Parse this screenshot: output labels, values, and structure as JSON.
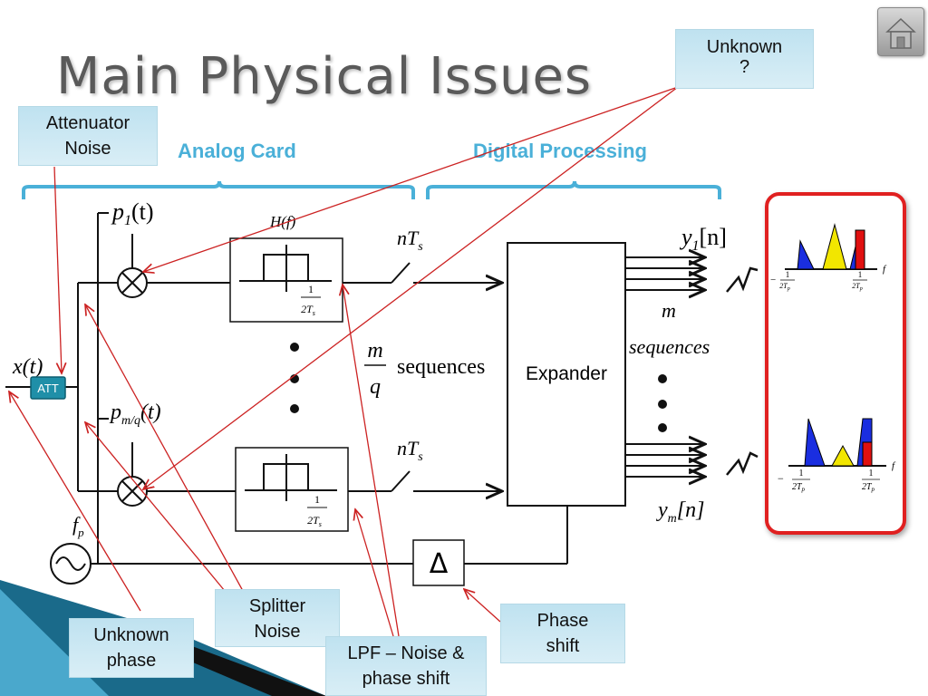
{
  "title": "Main Physical Issues",
  "home_icon": "home-icon",
  "sections": {
    "analog": "Analog Card",
    "digital": "Digital Processing"
  },
  "callouts": {
    "unknown": [
      "Unknown",
      "?"
    ],
    "attenuator": [
      "Attenuator",
      "Noise"
    ],
    "splitter": [
      "Splitter",
      "Noise"
    ],
    "unknown_phase": [
      "Unknown",
      "phase"
    ],
    "lpf": [
      "LPF – Noise &",
      "phase shift"
    ],
    "phase_shift": [
      "Phase",
      "shift"
    ]
  },
  "diagram": {
    "x_label": "x(t)",
    "att_label": "ATT",
    "p1_label": "p",
    "p1_sub": "1",
    "pmq_label": "p",
    "pmq_sub": "m/q",
    "t_arg": "(t)",
    "fp_label": "f",
    "fp_sub": "p",
    "hf_label": "H(f)",
    "lpf_cutoff_num": "1",
    "lpf_cutoff_den": "2T",
    "lpf_cutoff_sub": "s",
    "nts_label": "nT",
    "nts_sub": "s",
    "mq_num": "m",
    "mq_den": "q",
    "sequences_label": "sequences",
    "expander_label": "Expander",
    "y1_label": "y",
    "y1_sub": "1",
    "ym_label": "y",
    "ym_sub": "m",
    "n_arg": "[n]",
    "m_label": "m",
    "sequences_italic": "sequences",
    "delta_label": "Δ",
    "spectrum_f": "f",
    "spectrum_minus": "−",
    "spectrum_num": "1",
    "spectrum_den": "2T",
    "spectrum_sub": "p"
  },
  "colors": {
    "accent_red": "#cc2222",
    "section_blue": "#4ab0d8",
    "callout_bg": "#cce8f3",
    "spectrum_blue": "#1a2ee0",
    "spectrum_yellow": "#f2e600",
    "spectrum_red": "#e01010"
  }
}
